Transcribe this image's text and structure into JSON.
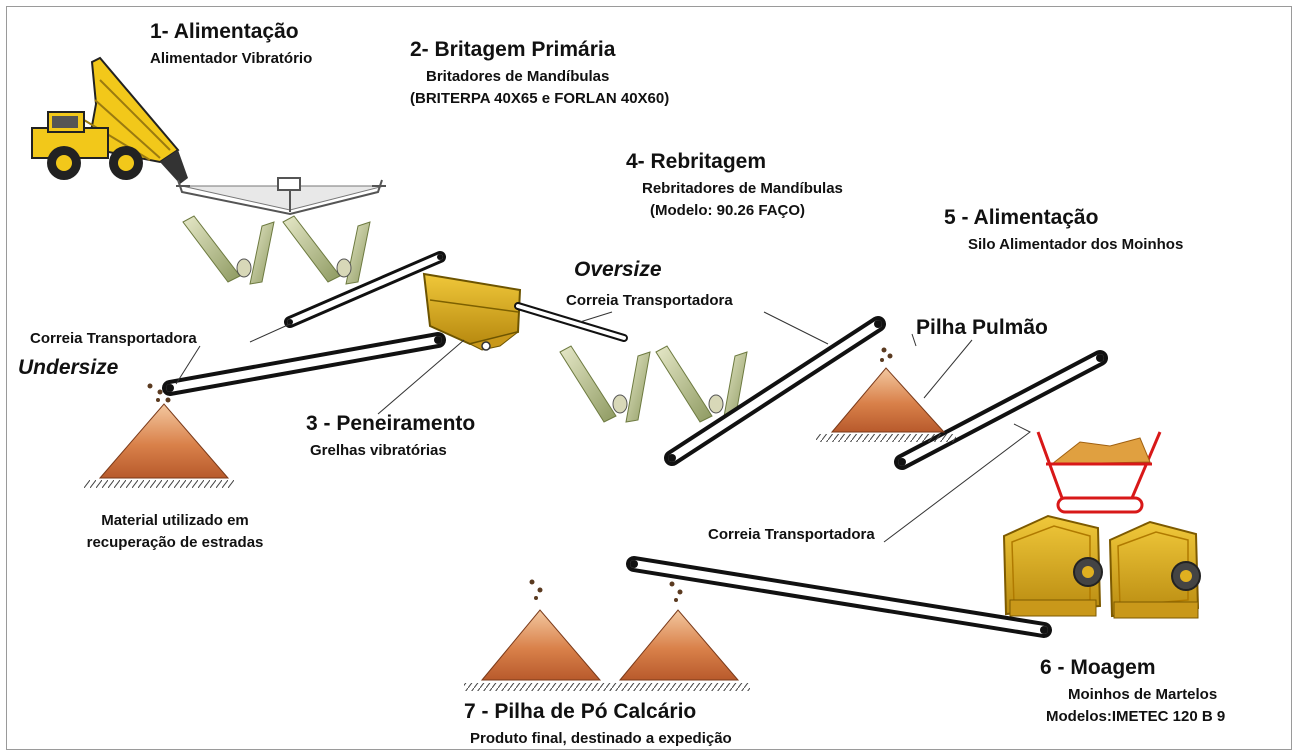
{
  "steps": {
    "s1": {
      "title": "1- Alimentação",
      "sub": "Alimentador Vibratório"
    },
    "s2": {
      "title": "2- Britagem Primária",
      "sub1": "Britadores de Mandíbulas",
      "sub2": "(BRITERPA 40X65 e FORLAN 40X60)"
    },
    "s3": {
      "title": "3 - Peneiramento",
      "sub": "Grelhas vibratórias"
    },
    "s4": {
      "title": "4- Rebritagem",
      "sub1": "Rebritadores de Mandíbulas",
      "sub2": "(Modelo: 90.26 FAÇO)"
    },
    "s5": {
      "title": "5 - Alimentação",
      "sub": "Silo Alimentador dos Moinhos"
    },
    "s6": {
      "title": "6 - Moagem",
      "sub1": "Moinhos de Martelos",
      "sub2": "Modelos:IMETEC 120 B 9"
    },
    "s7": {
      "title": "7 - Pilha de Pó Calcário",
      "sub": "Produto final, destinado a expedição"
    }
  },
  "labels": {
    "correia1": "Correia Transportadora",
    "correia2": "Correia Transportadora",
    "correia3": "Correia Transportadora",
    "undersize": "Undersize",
    "oversize": "Oversize",
    "pilha_pulmao": "Pilha Pulmão",
    "material1": "Material utilizado em",
    "material2": "recuperação de estradas"
  },
  "colors": {
    "pile": "#c8673a",
    "truck": "#f2c81a",
    "machine": "#e0b020",
    "hopper": "#d4a520",
    "red_frame": "#d81818",
    "belt": "#111111"
  },
  "icons": [
    "dump-truck-icon",
    "vibrating-feeder-icon",
    "jaw-crusher-icon",
    "vibrating-screen-icon",
    "conveyor-belt-icon",
    "stockpile-icon",
    "feed-silo-icon",
    "hammer-mill-icon"
  ]
}
